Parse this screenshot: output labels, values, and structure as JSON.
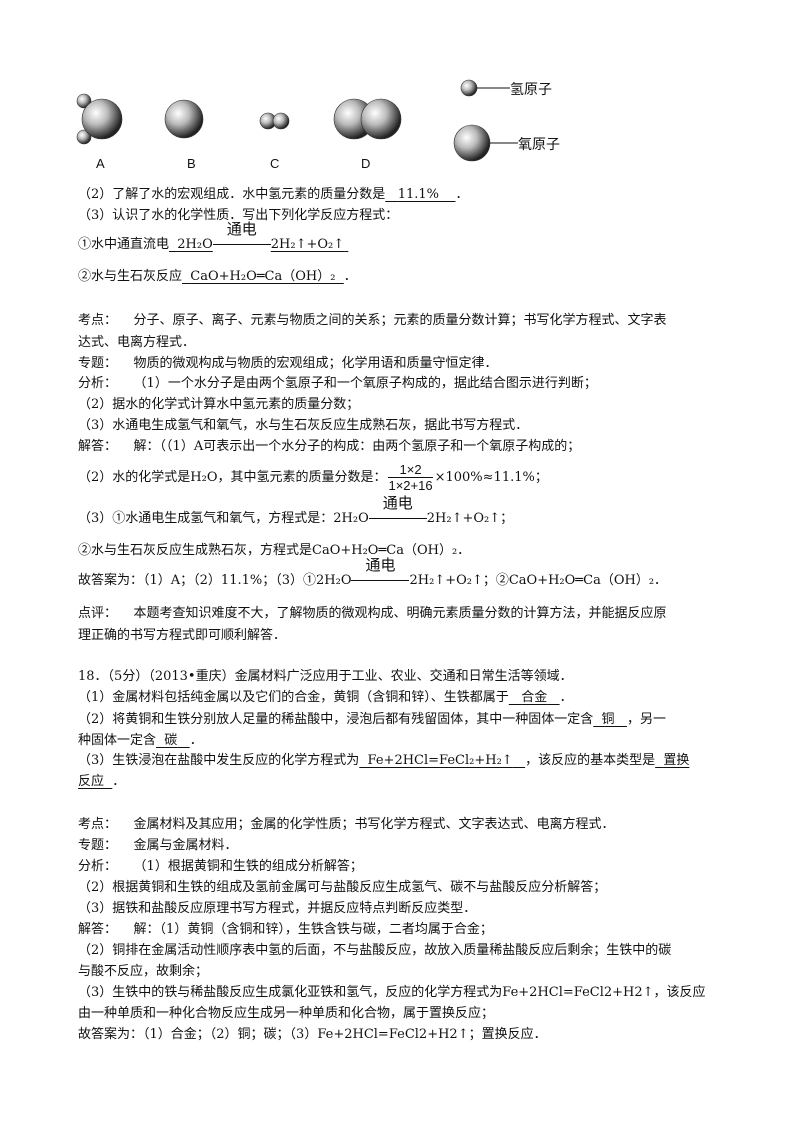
{
  "figure": {
    "labels": [
      "A",
      "B",
      "C",
      "D"
    ],
    "legend_h": "氢原子",
    "legend_o": "氧原子"
  },
  "q17": {
    "p2_pre": "（2）了解了水的宏观组成．水中氢元素的质量分数是",
    "p2_ans": "11.1%",
    "p2_post": "．",
    "p3": "（3）认识了水的化学性质．写出下列化学反应方程式：",
    "r1_pre": "①水中通直流电",
    "cond": "通电",
    "r1_lhs": "2H₂O",
    "r1_rhs": "2H₂↑+O₂↑",
    "r2_pre": "②水与生石灰反应",
    "r2_eq": "CaO+H₂O═Ca（OH）₂",
    "r2_post": "．",
    "kd_label": "考点：",
    "kd1": "分子、原子、离子、元素与物质之间的关系；元素的质量分数计算；书写化学方程式、文字表",
    "kd2": "达式、电离方程式．",
    "zt_label": "专题：",
    "zt": "物质的微观构成与物质的宏观组成；化学用语和质量守恒定律．",
    "fx_label": "分析：",
    "fx1": "（1）一个水分子是由两个氢原子和一个氧原子构成的，据此结合图示进行判断；",
    "fx2": "（2）据水的化学式计算水中氢元素的质量分数；",
    "fx3": "（3）水通电生成氢气和氧气，水与生石灰反应生成熟石灰，据此书写方程式．",
    "jd_label": "解答：",
    "jd1": "解：（（1）A可表示出一个水分子的构成：由两个氢原子和一个氧原子构成的；",
    "jd2_pre": "（2）水的化学式是H₂O，其中氢元素的质量分数是：",
    "frac_num": "1×2",
    "frac_den": "1×2+16",
    "jd2_post": "×100%≈11.1%；",
    "jd3_pre": "（3）①水通电生成氢气和氧气，方程式是：2H₂O",
    "jd3_post": "2H₂↑+O₂↑；",
    "jd4": "②水与生石灰反应生成熟石灰，方程式是CaO+H₂O═Ca（OH）₂．",
    "ans_pre": "故答案为：（1）A；（2）11.1%；（3）①2H₂O",
    "ans_post": "2H₂↑+O₂↑；②CaO+H₂O═Ca（OH）₂．",
    "dp_label": "点评：",
    "dp1": "本题考查知识难度不大，了解物质的微观构成、明确元素质量分数的计算方法，并能据反应原",
    "dp2": "理正确的书写方程式即可顺利解答．"
  },
  "q18": {
    "title": "18．（5分）（2013•重庆）金属材料广泛应用于工业、农业、交通和日常生活等领域．",
    "p1_pre": "（1）金属材料包括纯金属以及它们的合金，黄铜（含铜和锌）、生铁都属于",
    "p1_ans": "合金",
    "p1_post": "．",
    "p2_pre": "（2）将黄铜和生铁分别放人足量的稀盐酸中，浸泡后都有残留固体，其中一种固体一定含",
    "p2_ans1": "铜",
    "p2_mid": "，另一",
    "p2b_pre": "种固体一定含",
    "p2_ans2": "碳",
    "p2b_post": "．",
    "p3_pre": "（3）生铁浸泡在盐酸中发生反应的化学方程式为",
    "p3_ans": "Fe+2HCl=FeCl₂+H₂↑",
    "p3_mid": "，该反应的基本类型是",
    "p3_ans2a": "置换",
    "p3_ans2b": "反应",
    "p3_post": "．",
    "kd_label": "考点：",
    "kd": "金属材料及其应用；金属的化学性质；书写化学方程式、文字表达式、电离方程式．",
    "zt_label": "专题：",
    "zt": "金属与金属材料．",
    "fx_label": "分析：",
    "fx1": "（1）根据黄铜和生铁的组成分析解答；",
    "fx2": "（2）根据黄铜和生铁的组成及氢前金属可与盐酸反应生成氢气、碳不与盐酸反应分析解答；",
    "fx3": "（3）据铁和盐酸反应原理书写方程式，并据反应特点判断反应类型．",
    "jd_label": "解答：",
    "jd1": "解：（1）黄铜（含铜和锌），生铁含铁与碳，二者均属于合金；",
    "jd2": "（2）铜排在金属活动性顺序表中氢的后面，不与盐酸反应，故放入质量稀盐酸反应后剩余；生铁中的碳",
    "jd3": "与酸不反应，故剩余；",
    "jd4": "（3）生铁中的铁与稀盐酸反应生成氯化亚铁和氢气，反应的化学方程式为Fe+2HCl=FeCl2+H2↑，该反应",
    "jd5": "由一种单质和一种化合物反应生成另一种单质和化合物，属于置换反应；",
    "ans": "故答案为：（1）合金；（2）铜；碳；（3）Fe+2HCl=FeCl2+H2↑；置换反应．"
  }
}
